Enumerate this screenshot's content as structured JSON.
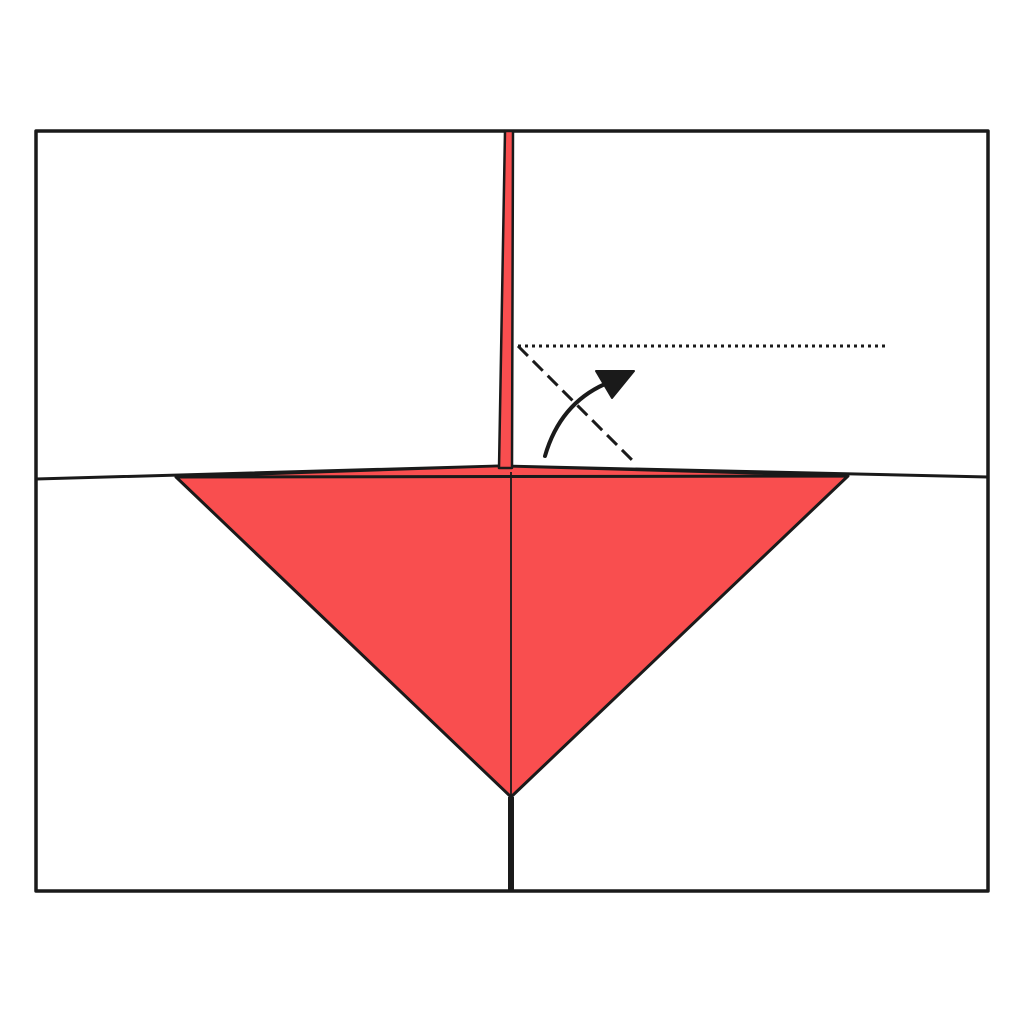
{
  "diagram": {
    "kind": "origami-fold-step",
    "colors": {
      "paper": "#ffffff",
      "colored_side": "#f94e4f",
      "line": "#1a1a1a"
    },
    "symbols": {
      "valley_fold": "dashed-line",
      "mountain_fold": "dotted-line",
      "fold_direction": "curved-arrow-icon"
    }
  }
}
